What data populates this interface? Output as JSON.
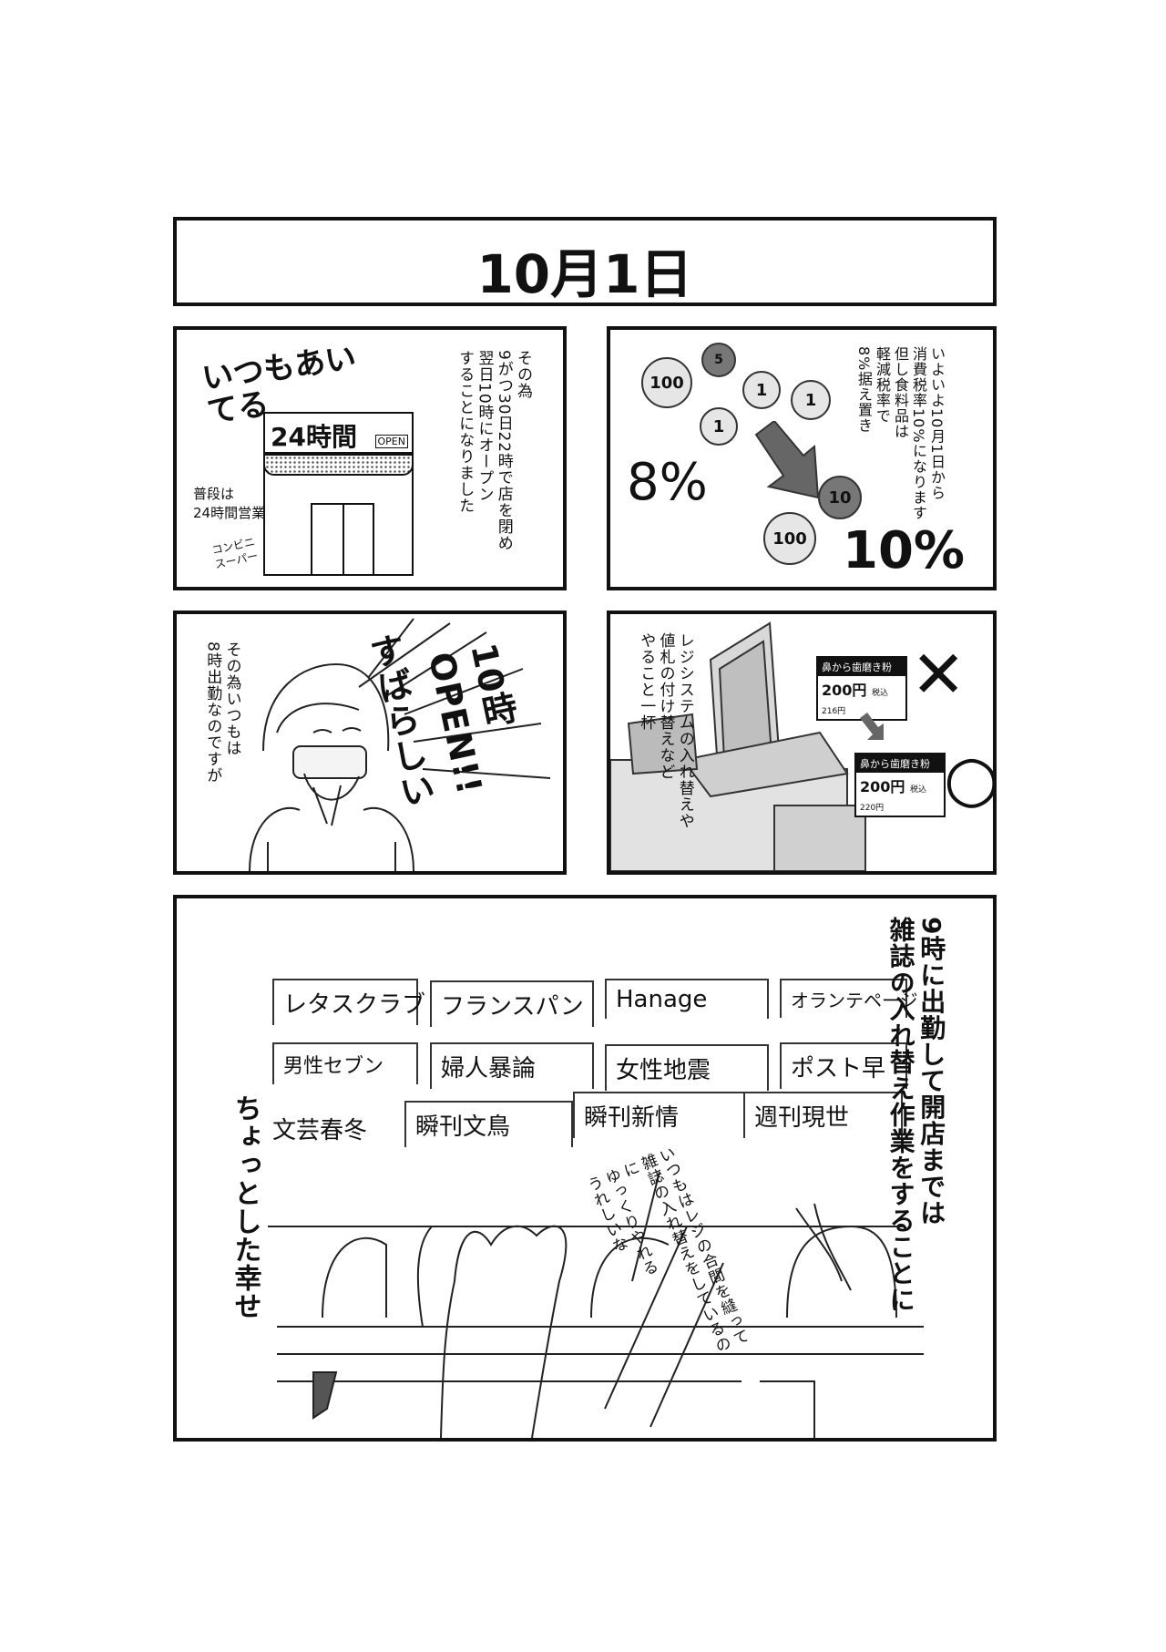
{
  "title": "10月1日",
  "panel1": {
    "heading": "いつもあいてる",
    "sign": "24時間",
    "open_badge": "OPEN",
    "normal_hours": "普段は\n24時間営業",
    "store_type": "コンビニ\nスーパー",
    "narration": "その為\n9がつ30日22時で店を閉め\n翌日10時にオープン\nすることになりました"
  },
  "panel2": {
    "narration": "いよいよ10月1日から\n消費税率10%になります\n但し食料品は\n軽減税率で\n8%据え置き",
    "rate_old": "8%",
    "rate_new": "10%",
    "coins": [
      "100",
      "5",
      "1",
      "1",
      "1",
      "10",
      "100"
    ]
  },
  "panel3": {
    "narration": "その為いつもは\n8時出勤なのですが",
    "exclaim_1": "すばらしい",
    "exclaim_2": "10時OPEN!!"
  },
  "panel4": {
    "narration": "レジシステムの入れ替えや\n値札の付け替えなど\nやること一杯",
    "tag_name": "鼻から歯磨き粉",
    "tag_price": "200円",
    "tag_tax_label": "税込",
    "tag_old_incl": "216円",
    "tag_new_incl": "220円",
    "mark_wrong": "✕",
    "mark_right": "○"
  },
  "panel5": {
    "narration": "9時に出勤して開店までは\n雑誌の入れ替え作業をすることに",
    "inner": "いつもはレジの合間を縫って\n雑誌の入れ替えをしているのに\nゆっくりやれる\nうれしいな",
    "closing": "ちょっとした幸せ",
    "magazines": [
      "レタスクラブ",
      "フランスパン",
      "Hanage",
      "オランテページ",
      "男性セブン",
      "婦人暴論",
      "女性地震",
      "ポスト早",
      "文芸春冬",
      "瞬刊文鳥",
      "瞬刊新情",
      "週刊現世"
    ]
  }
}
